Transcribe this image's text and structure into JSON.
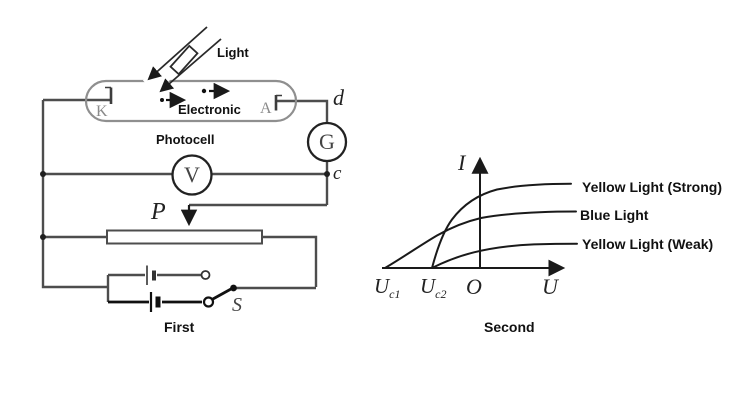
{
  "circuit": {
    "light_label": "Light",
    "electronic_label": "Electronic",
    "photocell_label": "Photocell",
    "cathode_label": "K",
    "anode_label": "A",
    "node_d_label": "d",
    "node_c_label": "c",
    "galvanometer_label": "G",
    "voltmeter_label": "V",
    "potentiometer_label": "P",
    "switch_label": "S",
    "caption": "First"
  },
  "graph": {
    "y_axis_label": "I",
    "x_axis_label": "U",
    "origin_label": "O",
    "uc1": {
      "base": "U",
      "sub": "c1"
    },
    "uc2": {
      "base": "U",
      "sub": "c2"
    },
    "curves": [
      {
        "label": "Yellow Light (Strong)",
        "stopping_voltage": "U_c2",
        "saturation_rank": 1
      },
      {
        "label": "Blue Light",
        "stopping_voltage": "U_c1",
        "saturation_rank": 2
      },
      {
        "label": "Yellow Light (Weak)",
        "stopping_voltage": "U_c2",
        "saturation_rank": 3
      }
    ],
    "caption": "Second"
  },
  "chart_data": {
    "type": "line",
    "title": "",
    "xlabel": "U",
    "ylabel": "I",
    "x_tick_labels": [
      "U_c1",
      "U_c2",
      "O"
    ],
    "grid": false,
    "legend_position": "right-of-curves",
    "series": [
      {
        "name": "Yellow Light (Strong)",
        "x_intercept": "U_c2",
        "saturation_current_level": 3,
        "shape": "rises from stopping voltage U_c2 and saturates at highest current"
      },
      {
        "name": "Blue Light",
        "x_intercept": "U_c1",
        "saturation_current_level": 2,
        "shape": "rises from stopping voltage U_c1 (most negative) and saturates at middle current"
      },
      {
        "name": "Yellow Light (Weak)",
        "x_intercept": "U_c2",
        "saturation_current_level": 1,
        "shape": "rises from stopping voltage U_c2 and saturates at lowest current"
      }
    ]
  },
  "colors": {
    "background": "#ffffff",
    "wire": "#4d4d4d",
    "tube_outline": "#8f8f8f",
    "ink": "#1a1a1a"
  }
}
